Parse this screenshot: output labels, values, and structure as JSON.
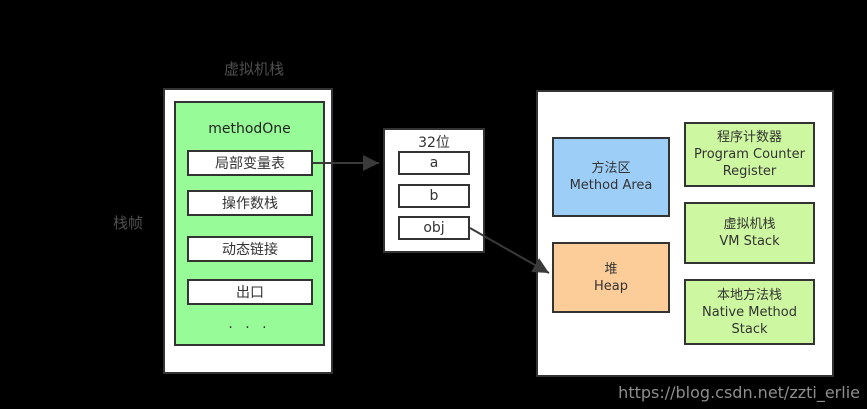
{
  "canvas": {
    "background": "#000000"
  },
  "labels": {
    "vm_stack_title": "虚拟机栈",
    "stack_frame": "栈帧",
    "watermark": "https://blog.csdn.net/zzti_erlie"
  },
  "colors": {
    "frame_green": "#97fb97",
    "area_green": "#cdf7a0",
    "area_blue": "#9dcef8",
    "area_orange": "#fccd99",
    "border": "#333333",
    "background": "#000000"
  },
  "frame": {
    "title": "methodOne",
    "items": [
      "局部变量表",
      "操作数栈",
      "动态链接",
      "出口"
    ],
    "ellipsis": ". . ."
  },
  "slots": {
    "title": "32位",
    "items": [
      "a",
      "b",
      "obj"
    ]
  },
  "runtime": {
    "method_area": [
      "方法区",
      "Method Area"
    ],
    "heap": [
      "堆",
      "Heap"
    ],
    "pc_register": [
      "程序计数器",
      "Program Counter",
      "Register"
    ],
    "vm_stack": [
      "虚拟机栈",
      "VM Stack"
    ],
    "native_method_stack": [
      "本地方法栈",
      "Native Method",
      "Stack"
    ]
  }
}
